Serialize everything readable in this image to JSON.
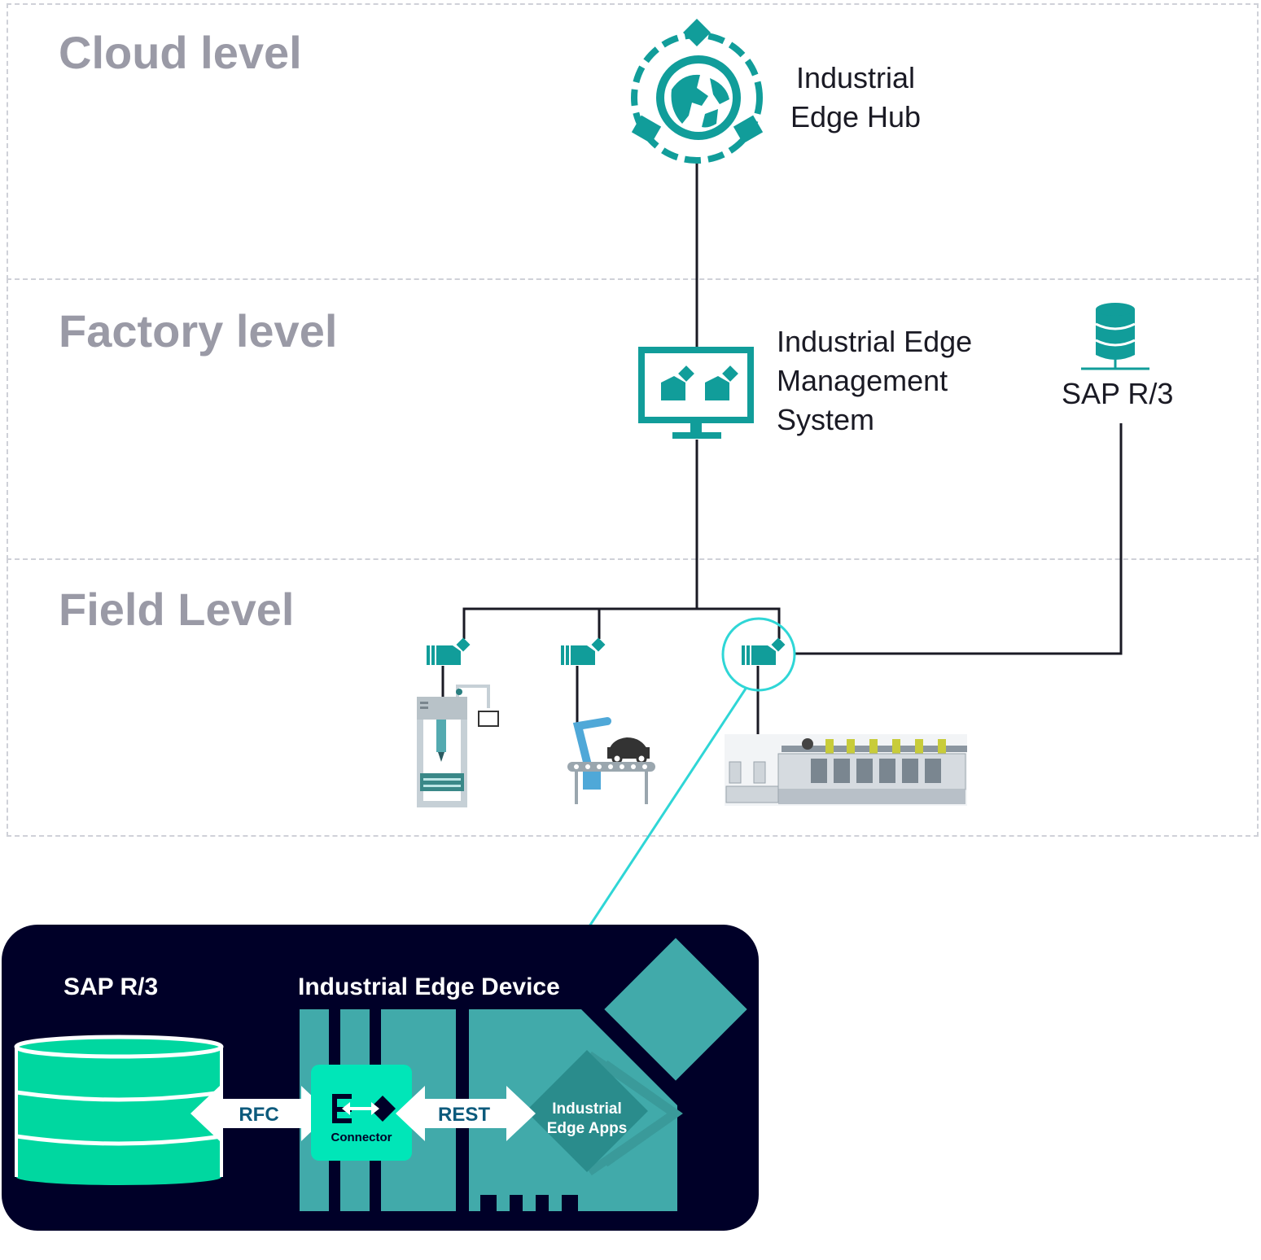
{
  "levels": {
    "cloud": "Cloud level",
    "factory": "Factory level",
    "field": "Field Level"
  },
  "hub": {
    "line1": "Industrial",
    "line2": "Edge Hub"
  },
  "iems": {
    "line1": "Industrial Edge",
    "line2": "Management",
    "line3": "System"
  },
  "sap_top": {
    "label": "SAP R/3"
  },
  "panel": {
    "sap_label": "SAP R/3",
    "device_label": "Industrial Edge Device",
    "rfc_label": "RFC",
    "rest_label": "REST",
    "connector_label": "Connector",
    "apps_line1": "Industrial",
    "apps_line2": "Edge Apps"
  },
  "colors": {
    "teal": "#119d9a",
    "panel_bg": "#000028",
    "device_teal": "#41aaaa",
    "connector_green": "#00e6b8",
    "db_green": "#00d7a0",
    "highlight": "#2fd6d6",
    "zone_label": "#9a9aa6"
  },
  "icons": [
    "globe-hub-icon",
    "monitor-iem-icon",
    "database-icon",
    "edge-device-icon",
    "machine-icon",
    "robot-arm-icon",
    "production-line-icon",
    "connector-icon"
  ]
}
